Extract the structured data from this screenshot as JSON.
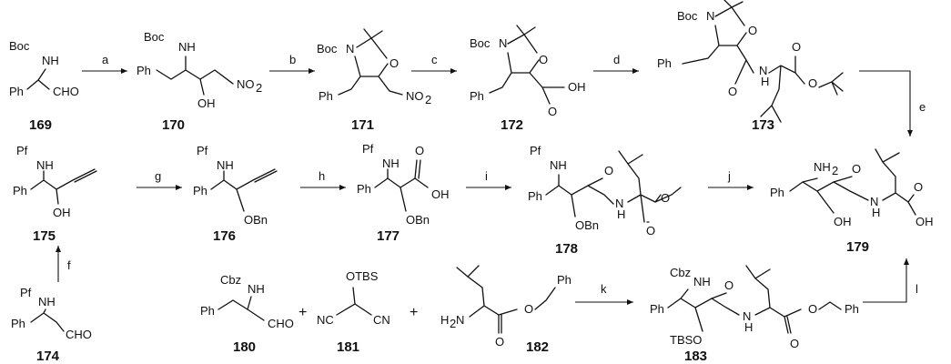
{
  "compounds": {
    "c169": {
      "label": "169",
      "atoms": [
        "Boc",
        "NH",
        "Ph",
        "CHO"
      ]
    },
    "c170": {
      "label": "170",
      "atoms": [
        "Boc",
        "NH",
        "Ph",
        "NO",
        "2",
        "OH"
      ]
    },
    "c171": {
      "label": "171",
      "atoms": [
        "Boc",
        "N",
        "O",
        "Ph",
        "NO",
        "2"
      ]
    },
    "c172": {
      "label": "172",
      "atoms": [
        "Boc",
        "N",
        "O",
        "Ph",
        "OH",
        "O"
      ]
    },
    "c173": {
      "label": "173",
      "atoms": [
        "Boc",
        "N",
        "O",
        "Ph",
        "O",
        "N",
        "H",
        "O",
        "O"
      ]
    },
    "c174": {
      "label": "174",
      "atoms": [
        "Pf",
        "NH",
        "Ph",
        "CHO"
      ]
    },
    "c175": {
      "label": "175",
      "atoms": [
        "Pf",
        "NH",
        "Ph",
        "OH"
      ]
    },
    "c176": {
      "label": "176",
      "atoms": [
        "Pf",
        "NH",
        "Ph",
        "OBn"
      ]
    },
    "c177": {
      "label": "177",
      "atoms": [
        "Pf",
        "NH",
        "Ph",
        "OH",
        "O",
        "OBn"
      ]
    },
    "c178": {
      "label": "178",
      "atoms": [
        "Pf",
        "NH",
        "Ph",
        "O",
        "N",
        "H",
        "O",
        "O",
        "OBn"
      ]
    },
    "c179": {
      "label": "179",
      "atoms": [
        "NH",
        "2",
        "Ph",
        "O",
        "N",
        "H",
        "OH",
        "O",
        "OH"
      ]
    },
    "c180": {
      "label": "180",
      "atoms": [
        "Cbz",
        "NH",
        "Ph",
        "CHO"
      ]
    },
    "c181": {
      "label": "181",
      "atoms": [
        "OTBS",
        "NC",
        "CN"
      ]
    },
    "c182": {
      "label": "182",
      "atoms": [
        "H",
        "2",
        "N",
        "O",
        "O",
        "Ph"
      ]
    },
    "c183": {
      "label": "183",
      "atoms": [
        "Cbz",
        "NH",
        "Ph",
        "O",
        "N",
        "H",
        "TBSO",
        "O",
        "O",
        "Ph"
      ]
    }
  },
  "steps": {
    "a": "a",
    "b": "b",
    "c": "c",
    "d": "d",
    "e": "e",
    "f": "f",
    "g": "g",
    "h": "h",
    "i": "i",
    "j": "j",
    "k": "k",
    "l": "l"
  },
  "plus": "+"
}
